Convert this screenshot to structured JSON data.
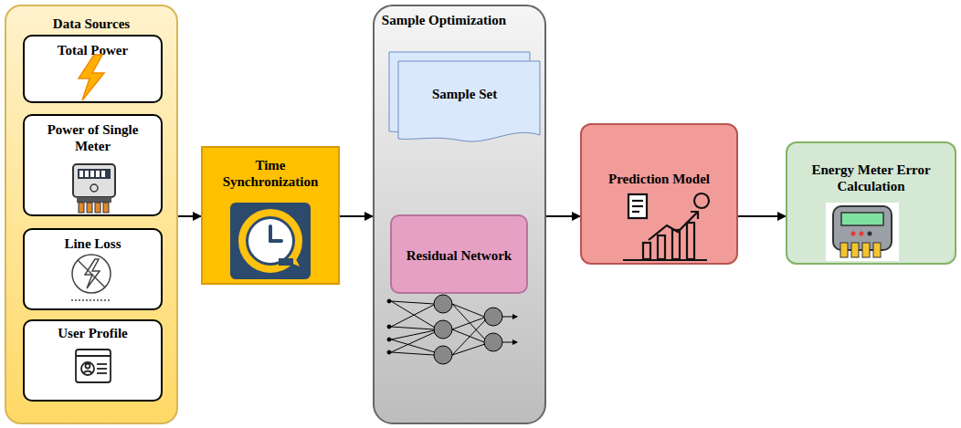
{
  "diagram": {
    "nodes": [
      {
        "text": [
          "Data Sources"
        ]
      },
      {
        "text": [
          "Total Power"
        ],
        "in": 0
      },
      {
        "text": [
          "Power of Single Meter"
        ],
        "in": 0
      },
      {
        "text": [
          "Line Loss"
        ],
        "in": 0
      },
      {
        "text": [
          "User Profile"
        ],
        "in": 0
      },
      {
        "text": [
          "Time Synchronization"
        ]
      },
      {
        "text": [
          "Sample Optimization"
        ]
      },
      {
        "text": [
          "Sample Set"
        ],
        "in": 6
      },
      {
        "text": [
          "Residual Network"
        ],
        "in": 6
      },
      {
        "text": [
          "Prediction Model"
        ]
      },
      {
        "text": [
          "Energy Meter Error Calculation"
        ]
      }
    ],
    "edges": [
      {
        "from": 0,
        "to": 5,
        "arrow": "to"
      },
      {
        "from": 5,
        "to": 6,
        "arrow": "to"
      },
      {
        "from": 6,
        "to": 9,
        "arrow": "to"
      },
      {
        "from": 9,
        "to": 10,
        "arrow": "to"
      }
    ]
  }
}
